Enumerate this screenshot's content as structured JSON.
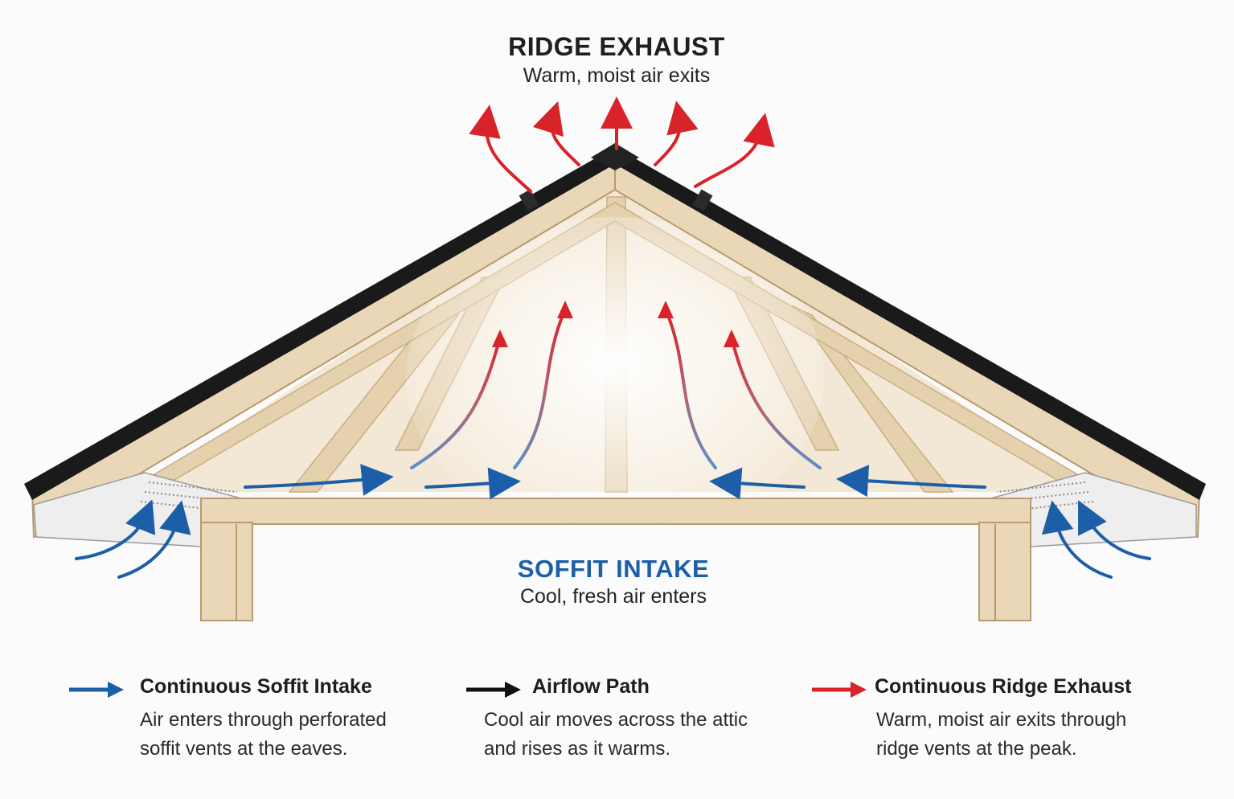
{
  "labels": {
    "ridge_title": "RIDGE EXHAUST",
    "ridge_subtitle": "Warm, moist air exits",
    "soffit_title": "SOFFIT INTAKE",
    "soffit_subtitle": "Cool, fresh air enters"
  },
  "legend": [
    {
      "title": "Continuous Soffit Intake",
      "line1": "Air enters through perforated",
      "line2": "soffit vents at the eaves.",
      "arrow_color": "#1c5fa8"
    },
    {
      "title": "Airflow Path",
      "line1": "Cool air moves across the attic",
      "line2": "and rises as it warms.",
      "arrow_color": "#111111"
    },
    {
      "title": "Continuous Ridge Exhaust",
      "line1": "Warm, moist air exits through",
      "line2": "ridge vents at the peak.",
      "arrow_color": "#d8232a"
    }
  ],
  "colors": {
    "intake_blue": "#1c5fa8",
    "exhaust_red": "#d8232a",
    "wood": "#ead7b8",
    "wood_dark": "#d7bf97",
    "shingle": "#1a1a1a"
  }
}
